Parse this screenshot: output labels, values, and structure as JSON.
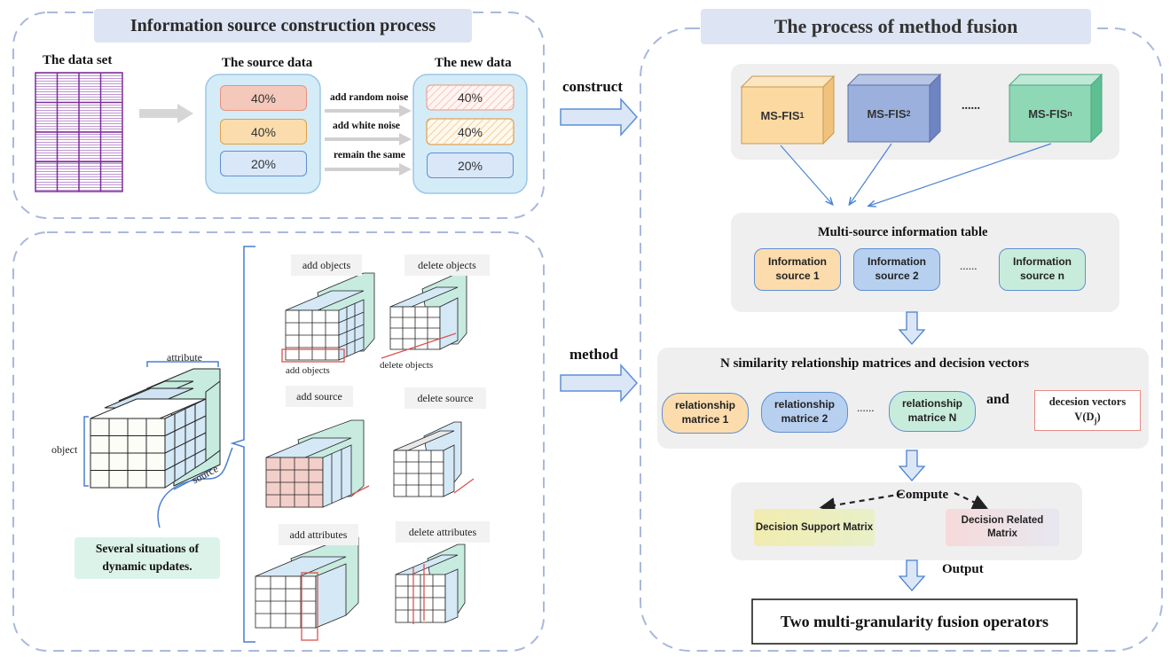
{
  "left_top": {
    "title": "Information source construction process",
    "dataset_label": "The data set",
    "source_label": "The source data",
    "new_label": "The new data",
    "source_pcts": [
      "40%",
      "40%",
      "20%"
    ],
    "new_pcts": [
      "40%",
      "40%",
      "20%"
    ],
    "ops": [
      "add random noise",
      "add white noise",
      "remain the same"
    ]
  },
  "left_bottom": {
    "attribute_label": "attribute",
    "object_label": "object",
    "source_label": "source",
    "situations": "Several situations of dynamic updates.",
    "tags": {
      "add_objects": "add objects",
      "delete_objects": "delete objects",
      "add_source": "add source",
      "delete_source": "delete source",
      "add_attributes": "add attributes",
      "delete_attributes": "delete attributes"
    },
    "sublabels": {
      "add_objects": "add objects",
      "delete_objects": "delete objects"
    }
  },
  "middle": {
    "construct": "construct",
    "method": "method"
  },
  "right": {
    "title": "The process of method fusion",
    "fis": [
      {
        "base": "MS-FIS",
        "sub": "1",
        "color": "#fcd9a1"
      },
      {
        "base": "MS-FIS",
        "sub": "2",
        "color": "#9bb0dc"
      },
      {
        "base": "MS-FIS",
        "sub": "n",
        "color": "#8fd8b6"
      }
    ],
    "fis_dots": "......",
    "table_title": "Multi-source information table",
    "sources": [
      "Information source 1",
      "Information source 2",
      "Information source n"
    ],
    "sources_dots": "......",
    "matrices_title": "N similarity relationship matrices and decision vectors",
    "matrices": [
      "relationship matrice 1",
      "relationship matrice 2",
      "relationship matrice N"
    ],
    "matrices_dots": "......",
    "and": "and",
    "decision_vectors": "decesion vectors",
    "decision_formula": "V(D",
    "decision_formula_sub": "j",
    "decision_formula_end": ")",
    "compute": "Compute",
    "support": "Decision Support Matrix",
    "related": "Decision Related Matrix",
    "output": "Output",
    "final": "Two multi-granularity fusion operators"
  }
}
